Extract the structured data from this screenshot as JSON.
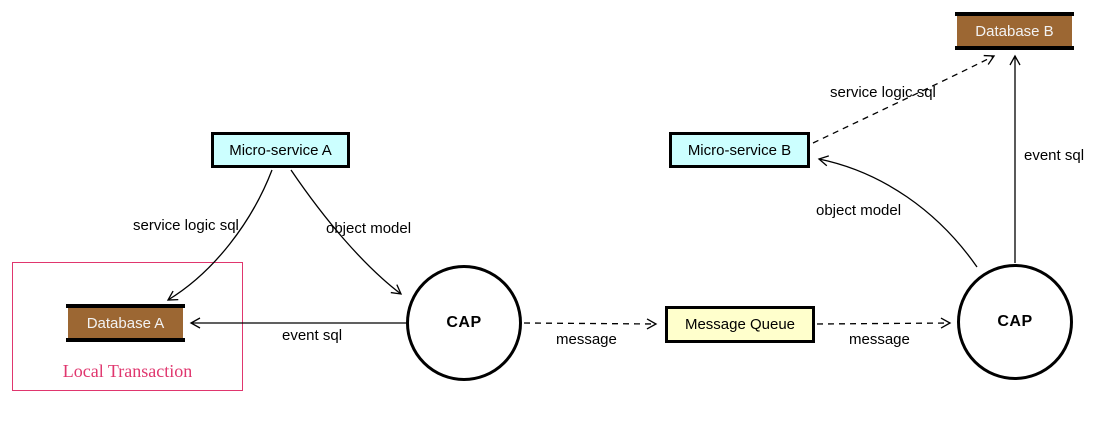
{
  "diagram": {
    "nodes": {
      "micro_service_a": {
        "label": "Micro-service A",
        "fill": "#ccffff"
      },
      "micro_service_b": {
        "label": "Micro-service B",
        "fill": "#ccffff"
      },
      "database_a": {
        "label": "Database A",
        "fill": "#9c6733"
      },
      "database_b": {
        "label": "Database B",
        "fill": "#9c6733"
      },
      "cap_left": {
        "label": "CAP",
        "fill": "#ffffff"
      },
      "cap_right": {
        "label": "CAP",
        "fill": "#ffffff"
      },
      "message_queue": {
        "label": "Message Queue",
        "fill": "#ffffcc"
      }
    },
    "cluster": {
      "local_transaction": {
        "label": "Local Transaction",
        "color": "#e0366e"
      }
    },
    "edge_labels": {
      "service_logic_sql_left": "service logic sql",
      "object_model_left": "object model",
      "event_sql_left": "event sql",
      "message_left": "message",
      "message_right": "message",
      "object_model_right": "object model",
      "service_logic_sql_right": "service logic sql",
      "event_sql_right": "event sql"
    },
    "colors": {
      "node_border": "#000000",
      "edge_stroke": "#000000",
      "cluster_pink": "#e0366e",
      "db_text": "#f2f2f2"
    }
  }
}
